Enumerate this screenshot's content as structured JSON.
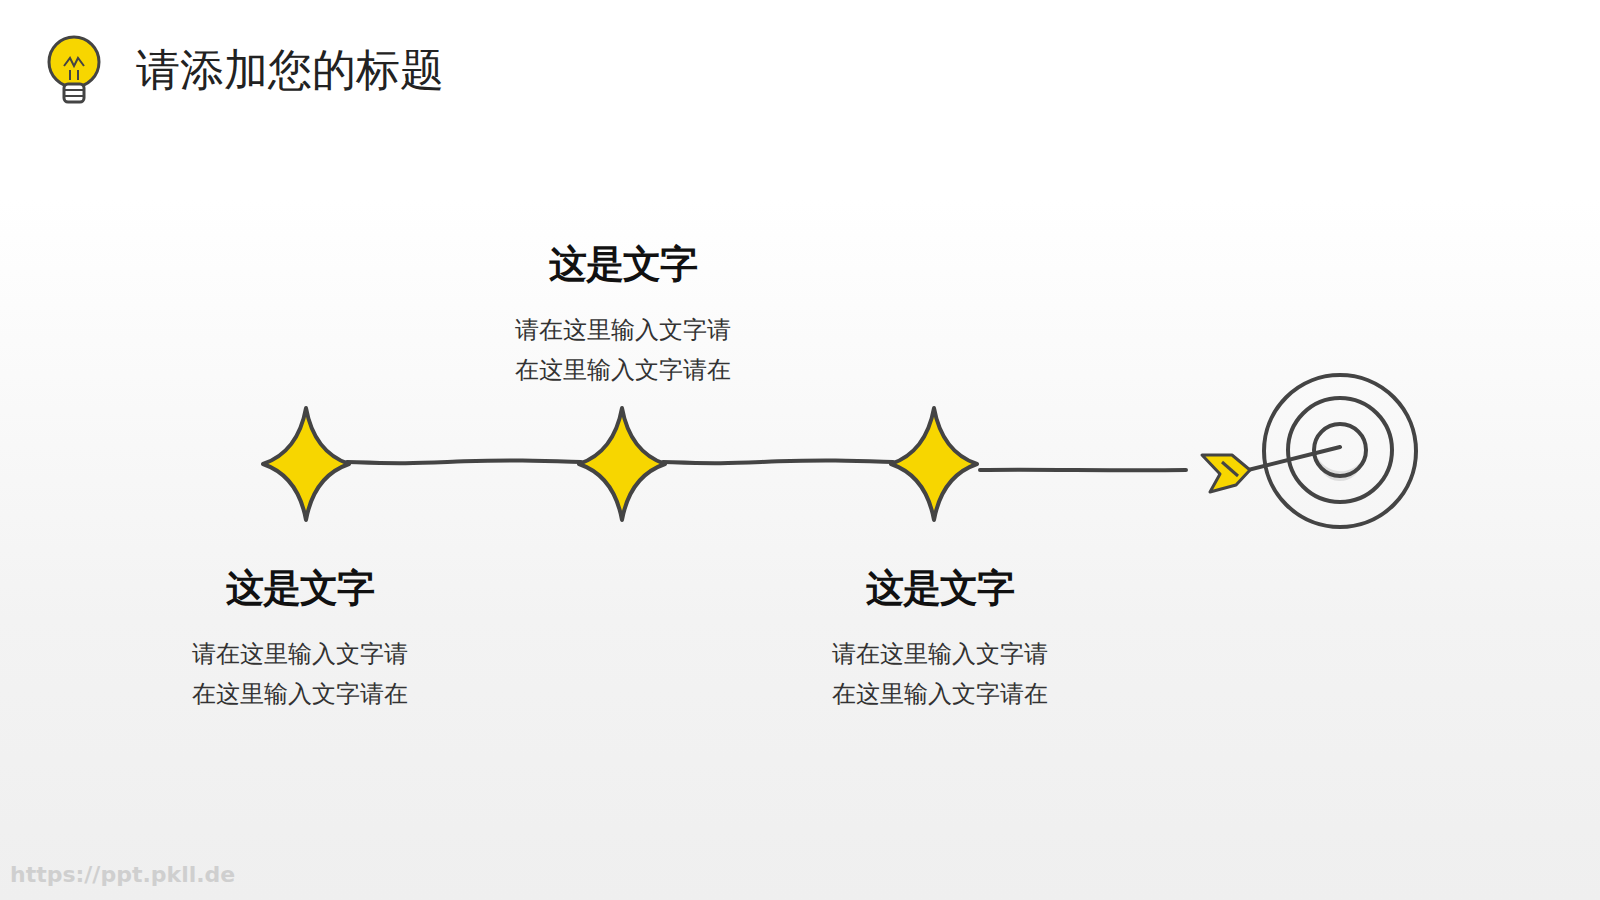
{
  "diagram": {
    "title": "请添加您的标题",
    "nodes": [
      {
        "text": [
          "这是文字",
          "请在这里输入文字请 在这里输入文字请在"
        ]
      },
      {
        "text": [
          "这是文字",
          "请在这里输入文字请 在这里输入文字请在"
        ]
      },
      {
        "text": [
          "这是文字",
          "请在这里输入文字请 在这里输入文字请在"
        ]
      }
    ],
    "edges": [
      {
        "from": 0,
        "to": 1,
        "arrow": "none"
      },
      {
        "from": 1,
        "to": 2,
        "arrow": "none"
      }
    ],
    "labels": [
      "https://ppt.pkll.de"
    ]
  }
}
